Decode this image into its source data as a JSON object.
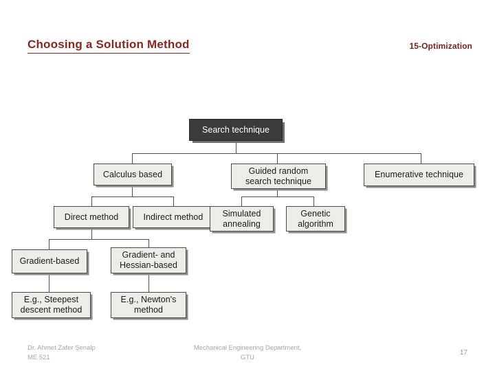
{
  "header": {
    "title": "Choosing a Solution Method",
    "chapter": "15-Optimization",
    "title_color": "#8c2520"
  },
  "diagram": {
    "type": "hierarchy-tree",
    "nodes": [
      {
        "id": "root",
        "label": "Search technique",
        "style": "dark"
      },
      {
        "id": "calculus",
        "label": "Calculus based",
        "style": "light"
      },
      {
        "id": "guided",
        "label": "Guided random\nsearch technique",
        "line1": "Guided random",
        "line2": "search technique",
        "style": "light"
      },
      {
        "id": "enumerative",
        "label": "Enumerative technique",
        "style": "light"
      },
      {
        "id": "direct",
        "label": "Direct method",
        "style": "light"
      },
      {
        "id": "indirect",
        "label": "Indirect method",
        "style": "light"
      },
      {
        "id": "simulated",
        "label": "Simulated\nannealing",
        "line1": "Simulated",
        "line2": "annealing",
        "style": "light"
      },
      {
        "id": "genetic",
        "label": "Genetic\nalgorithm",
        "line1": "Genetic",
        "line2": "algorithm",
        "style": "light"
      },
      {
        "id": "gradient",
        "label": "Gradient-based",
        "style": "light"
      },
      {
        "id": "hessian",
        "label": "Gradient- and\nHessian-based",
        "line1": "Gradient- and",
        "line2": "Hessian-based",
        "style": "light"
      },
      {
        "id": "steepest",
        "label": "E.g., Steepest\ndescent method",
        "line1": "E.g., Steepest",
        "line2": "descent method",
        "style": "light"
      },
      {
        "id": "newton",
        "label": "E.g., Newton's\nmethod",
        "line1": "E.g., Newton's",
        "line2": "method",
        "style": "light"
      }
    ],
    "edges": [
      {
        "from": "root",
        "to": "calculus"
      },
      {
        "from": "root",
        "to": "guided"
      },
      {
        "from": "root",
        "to": "enumerative"
      },
      {
        "from": "calculus",
        "to": "direct"
      },
      {
        "from": "calculus",
        "to": "indirect"
      },
      {
        "from": "guided",
        "to": "simulated"
      },
      {
        "from": "guided",
        "to": "genetic"
      },
      {
        "from": "direct",
        "to": "gradient"
      },
      {
        "from": "direct",
        "to": "hessian"
      },
      {
        "from": "gradient",
        "to": "steepest"
      },
      {
        "from": "hessian",
        "to": "newton"
      }
    ]
  },
  "footer": {
    "author_line1": "Dr. Ahmet Zafer Şenalp",
    "author_line2": "ME 521",
    "center_line1": "Mechanical Engineering Department,",
    "center_line2": "GTU",
    "page_number": "17"
  }
}
